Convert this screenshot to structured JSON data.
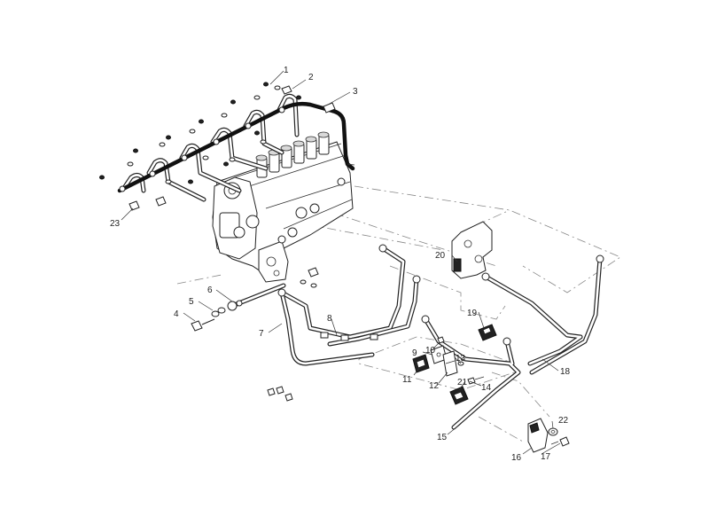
{
  "callouts": [
    "1",
    "2",
    "3",
    "4",
    "5",
    "6",
    "7",
    "8",
    "9",
    "10",
    "11",
    "12",
    "13",
    "14",
    "15",
    "16",
    "17",
    "19",
    "20",
    "21",
    "22",
    "23"
  ],
  "colors": {
    "line": "#222222",
    "background": "#ffffff",
    "dash": "#888888"
  }
}
